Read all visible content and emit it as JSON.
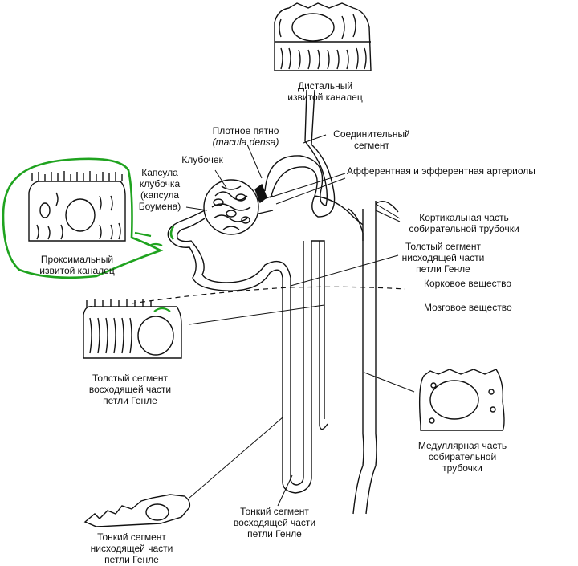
{
  "colors": {
    "ink": "#111111",
    "highlight": "#1fa31f"
  },
  "labels": {
    "distal_tubule": [
      "Дистальный",
      "извитой каналец"
    ],
    "macula_densa": [
      "Плотное пятно",
      "(macula densa)"
    ],
    "connecting_segment": [
      "Соединительный",
      "сегмент"
    ],
    "glomerulus": "Клубочек",
    "afferent_efferent": "Афферентная и эфферентная артериолы",
    "bowman_capsule": [
      "Капсула",
      "клубочка",
      "(капсула",
      "Боумена)"
    ],
    "cortical_collecting": [
      "Кортикальная часть",
      "собирательной трубочки"
    ],
    "thick_descending": [
      "Толстый сегмент",
      "нисходящей части",
      "петли Генле"
    ],
    "proximal_tubule": [
      "Проксимальный",
      "извитой каналец"
    ],
    "cortex": "Корковое вещество",
    "medulla": "Мозговое вещество",
    "thick_ascending": [
      "Толстый сегмент",
      "восходящей части",
      "петли Генле"
    ],
    "medullary_collecting": [
      "Медуллярная часть",
      "собирательной",
      "трубочки"
    ],
    "thin_ascending": [
      "Тонкий сегмент",
      "восходящей части",
      "петли Генле"
    ],
    "thin_descending": [
      "Тонкий сегмент",
      "нисходящей части",
      "петли Генле"
    ]
  }
}
